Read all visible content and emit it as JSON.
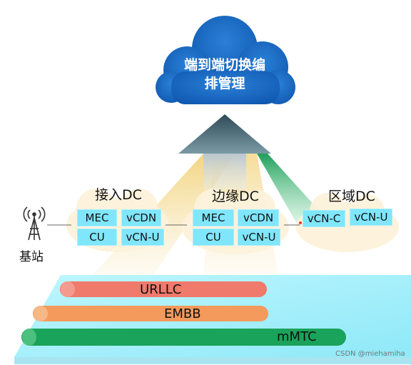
{
  "cloud": {
    "title_line1": "端到端切换编",
    "title_line2": "排管理",
    "color": "#1565c0"
  },
  "dcs": [
    {
      "label": "接入DC",
      "modules": [
        "MEC",
        "vCDN",
        "CU",
        "vCN-U"
      ]
    },
    {
      "label": "边缘DC",
      "modules": [
        "MEC",
        "vCDN",
        "CU",
        "vCN-U"
      ]
    },
    {
      "label": "区域DC",
      "modules": [
        "vCN-C",
        "vCN-U"
      ]
    }
  ],
  "base_station": {
    "label": "基站"
  },
  "slices": [
    {
      "label": "URLLC",
      "color": "#f07a6c"
    },
    {
      "label": "EMBB",
      "color": "#f39a5c"
    },
    {
      "label": "mMTC",
      "color": "#1aa35a"
    }
  ],
  "watermark": "CSDN @miehamiha"
}
